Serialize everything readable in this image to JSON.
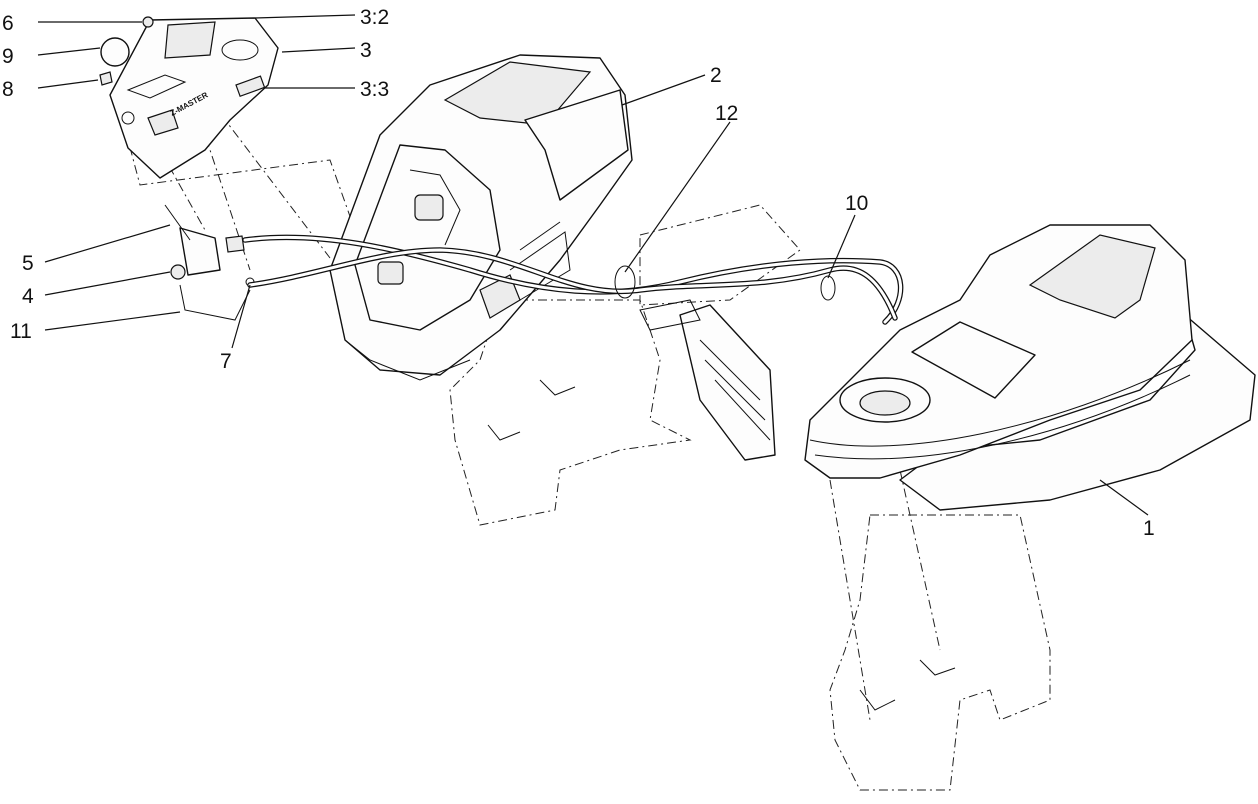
{
  "callouts": [
    {
      "id": "c6",
      "label": "6"
    },
    {
      "id": "c9",
      "label": "9"
    },
    {
      "id": "c8",
      "label": "8"
    },
    {
      "id": "c3-2",
      "label": "3:2"
    },
    {
      "id": "c3",
      "label": "3"
    },
    {
      "id": "c3-3",
      "label": "3:3"
    },
    {
      "id": "c2",
      "label": "2"
    },
    {
      "id": "c12",
      "label": "12"
    },
    {
      "id": "c10",
      "label": "10"
    },
    {
      "id": "c5",
      "label": "5"
    },
    {
      "id": "c4",
      "label": "4"
    },
    {
      "id": "c11",
      "label": "11"
    },
    {
      "id": "c7",
      "label": "7"
    },
    {
      "id": "c1",
      "label": "1"
    }
  ],
  "decal_text": "Z-MASTER"
}
